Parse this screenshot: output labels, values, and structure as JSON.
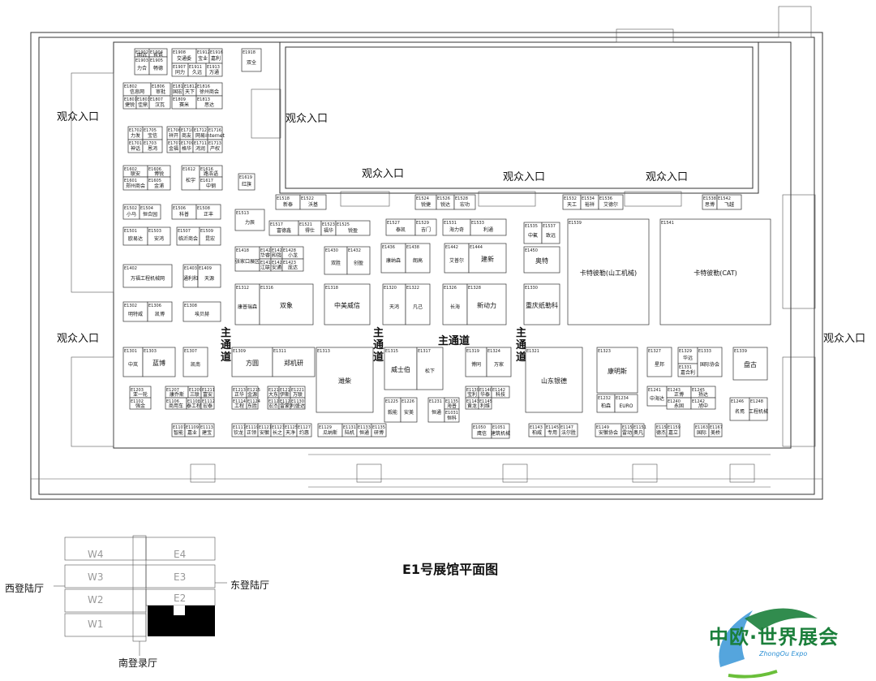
{
  "title": "E1号展馆平面图",
  "entrances": {
    "audience": "观众入口"
  },
  "aisle": {
    "main": "主通道"
  },
  "key_map": {
    "halls": [
      "W4",
      "W3",
      "W2",
      "W1",
      "E4",
      "E3",
      "E2"
    ],
    "lobbies": {
      "west": "西登陆厅",
      "east": "东登陆厅",
      "south": "南登录厅"
    }
  },
  "logo": {
    "name": "中欧·世界展会",
    "sub": "ZhongOu Expo",
    "colors": {
      "green": "#1b7f3b",
      "blue": "#2a8fd4"
    }
  },
  "booths": [
    {
      "id": "E1902",
      "name": "明远"
    },
    {
      "id": "E1904",
      "name": "有色"
    },
    {
      "id": "E1903",
      "name": "力合"
    },
    {
      "id": "E1905",
      "name": "畅德"
    },
    {
      "id": "E1908",
      "name": "交通委"
    },
    {
      "id": "E1912",
      "name": "宝业"
    },
    {
      "id": "E1916",
      "name": "嘉利"
    },
    {
      "id": "E1907",
      "name": "同力"
    },
    {
      "id": "E1911",
      "name": "久远"
    },
    {
      "id": "E1913",
      "name": "万通"
    },
    {
      "id": "E1918",
      "name": "双全"
    },
    {
      "id": "E1802",
      "name": "信息网"
    },
    {
      "id": "E1806",
      "name": "审批"
    },
    {
      "id": "E1801",
      "name": "捷锐"
    },
    {
      "id": "E1803",
      "name": "佳鼎"
    },
    {
      "id": "E1807",
      "name": "汉瓦"
    },
    {
      "id": "E1810",
      "name": "国宏"
    },
    {
      "id": "E1812",
      "name": "天下"
    },
    {
      "id": "E1816",
      "name": "徐州商会"
    },
    {
      "id": "E1809",
      "name": "赛米"
    },
    {
      "id": "E1813",
      "name": "思达"
    },
    {
      "id": "E1702",
      "name": "力发"
    },
    {
      "id": "E1705",
      "name": "宝信"
    },
    {
      "id": "E1701",
      "name": "神话"
    },
    {
      "id": "E1703",
      "name": "恩鸿"
    },
    {
      "id": "E1708",
      "name": "祥开"
    },
    {
      "id": "E1710",
      "name": "商友"
    },
    {
      "id": "E1712",
      "name": "网易"
    },
    {
      "id": "E1716",
      "name": "Internet"
    },
    {
      "id": "E1707",
      "name": "金福"
    },
    {
      "id": "E1709",
      "name": "格华"
    },
    {
      "id": "E1711",
      "name": "鸿润"
    },
    {
      "id": "E1713",
      "name": "产权"
    },
    {
      "id": "E1602",
      "name": "联安"
    },
    {
      "id": "E1606",
      "name": "博锐"
    },
    {
      "id": "E1601",
      "name": "郑州商会"
    },
    {
      "id": "E1605",
      "name": "金浦"
    },
    {
      "id": "E1612",
      "name": "松宇"
    },
    {
      "id": "E1616",
      "name": "路浩语"
    },
    {
      "id": "E1617",
      "name": "中钢"
    },
    {
      "id": "E1619",
      "name": "红旗"
    },
    {
      "id": "E1502",
      "name": "小马"
    },
    {
      "id": "E1504",
      "name": "恒合园"
    },
    {
      "id": "E1506",
      "name": "科普"
    },
    {
      "id": "E1508",
      "name": "正丰"
    },
    {
      "id": "E1501",
      "name": "欧易达"
    },
    {
      "id": "E1503",
      "name": "安鸿"
    },
    {
      "id": "E1507",
      "name": "临沂商会"
    },
    {
      "id": "E1509",
      "name": "昆宏"
    },
    {
      "id": "E1402",
      "name": "万福工程机械网"
    },
    {
      "id": "E1403",
      "name": "通利和"
    },
    {
      "id": "E1409",
      "name": "天源"
    },
    {
      "id": "E1302",
      "name": "明特威"
    },
    {
      "id": "E1306",
      "name": "凯博"
    },
    {
      "id": "E1308",
      "name": "埃贝赫"
    },
    {
      "id": "E1513",
      "name": "力辰"
    },
    {
      "id": "E1518",
      "name": "新泰"
    },
    {
      "id": "E1522",
      "name": "沃基"
    },
    {
      "id": "E1517",
      "name": "富德鑫"
    },
    {
      "id": "E1521",
      "name": "得仕"
    },
    {
      "id": "E1523",
      "name": "福华"
    },
    {
      "id": "E1525",
      "name": "锐盈"
    },
    {
      "id": "E1527",
      "name": "泰凯"
    },
    {
      "id": "E1529",
      "name": "吉门"
    },
    {
      "id": "E1524",
      "name": "锐捷"
    },
    {
      "id": "E1526",
      "name": "锐达"
    },
    {
      "id": "E1528",
      "name": "宏功"
    },
    {
      "id": "E1531",
      "name": "海力奇"
    },
    {
      "id": "E1533",
      "name": "利通"
    },
    {
      "id": "E1532",
      "name": "天工"
    },
    {
      "id": "E1534",
      "name": "裕祥"
    },
    {
      "id": "E1536",
      "name": "艾德尔"
    },
    {
      "id": "E1538",
      "name": "思博"
    },
    {
      "id": "E1542",
      "name": "飞越"
    },
    {
      "id": "E1418",
      "name": "张家口展区"
    },
    {
      "id": "E1420",
      "name": "华睿"
    },
    {
      "id": "E1422",
      "name": "和强"
    },
    {
      "id": "E1428",
      "name": "小龙"
    },
    {
      "id": "E1419",
      "name": "江联"
    },
    {
      "id": "E1421",
      "name": "安通"
    },
    {
      "id": "E1423",
      "name": "庞达"
    },
    {
      "id": "E1430",
      "name": "双胜"
    },
    {
      "id": "E1432",
      "name": "创盈"
    },
    {
      "id": "E1436",
      "name": "康纳森"
    },
    {
      "id": "E1438",
      "name": "朗高"
    },
    {
      "id": "E1442",
      "name": "艾普尔"
    },
    {
      "id": "E1444",
      "name": "建新"
    },
    {
      "id": "E1535",
      "name": "中氟"
    },
    {
      "id": "E1537",
      "name": "致远"
    },
    {
      "id": "E1450",
      "name": "奥特"
    },
    {
      "id": "E1539",
      "name": "卡特彼勒(山工机械)"
    },
    {
      "id": "E1541",
      "name": "卡特彼勒(CAT)"
    },
    {
      "id": "E1312",
      "name": "康普瑞森"
    },
    {
      "id": "E1316",
      "name": "双象"
    },
    {
      "id": "E1318",
      "name": "中美威信"
    },
    {
      "id": "E1320",
      "name": "天鸿"
    },
    {
      "id": "E1322",
      "name": "凡己"
    },
    {
      "id": "E1326",
      "name": "长海"
    },
    {
      "id": "E1328",
      "name": "新动力"
    },
    {
      "id": "E1330",
      "name": "重庆纸勒科"
    },
    {
      "id": "E1301",
      "name": "中岚"
    },
    {
      "id": "E1303",
      "name": "蓝博"
    },
    {
      "id": "E1307",
      "name": "凯南"
    },
    {
      "id": "E1309",
      "name": "方圆"
    },
    {
      "id": "E1311",
      "name": "郑机研"
    },
    {
      "id": "E1313",
      "name": "潍柴"
    },
    {
      "id": "E1315",
      "name": "威士伯"
    },
    {
      "id": "E1317",
      "name": "松下"
    },
    {
      "id": "E1319",
      "name": "博同"
    },
    {
      "id": "E1324",
      "name": "万家"
    },
    {
      "id": "E1321",
      "name": "山东银德"
    },
    {
      "id": "E1323",
      "name": "康明斯"
    },
    {
      "id": "E1327",
      "name": "星邦"
    },
    {
      "id": "E1329",
      "name": "华远"
    },
    {
      "id": "E1331",
      "name": "嘉合利"
    },
    {
      "id": "E1333",
      "name": "国际协会"
    },
    {
      "id": "E1339",
      "name": "盘古"
    },
    {
      "id": "E1203",
      "name": "亚一轮"
    },
    {
      "id": "E1102",
      "name": "强金"
    },
    {
      "id": "E1207",
      "name": "康乔斯"
    },
    {
      "id": "E1209",
      "name": "三联"
    },
    {
      "id": "E1211",
      "name": "富安"
    },
    {
      "id": "E1106",
      "name": "商用车"
    },
    {
      "id": "E1108",
      "name": "泰工程"
    },
    {
      "id": "E1112",
      "name": "宏泰"
    },
    {
      "id": "E1213",
      "name": "正华"
    },
    {
      "id": "E1215",
      "name": "金源"
    },
    {
      "id": "E1114",
      "name": "工程"
    },
    {
      "id": "E1124",
      "name": "东胜"
    },
    {
      "id": "E1217",
      "name": "大东"
    },
    {
      "id": "E1219",
      "name": "伊斯"
    },
    {
      "id": "E1221",
      "name": "万联"
    },
    {
      "id": "E1126",
      "name": "宏杰"
    },
    {
      "id": "E1128",
      "name": "雷蒙"
    },
    {
      "id": "E1130",
      "name": "利盛达"
    },
    {
      "id": "E1225",
      "name": "毅能"
    },
    {
      "id": "E1226",
      "name": "安美"
    },
    {
      "id": "E1231",
      "name": "恒通"
    },
    {
      "id": "E1135",
      "name": "海普"
    },
    {
      "id": "E1031",
      "name": "恒科"
    },
    {
      "id": "E1139",
      "name": "宝利"
    },
    {
      "id": "E1140",
      "name": "华泰"
    },
    {
      "id": "E1142",
      "name": "科技"
    },
    {
      "id": "E1143",
      "name": "黄龙"
    },
    {
      "id": "E1145",
      "name": "利维"
    },
    {
      "id": "E1232",
      "name": "柏森"
    },
    {
      "id": "E1234",
      "name": "EURO"
    },
    {
      "id": "E1241",
      "name": "中海达"
    },
    {
      "id": "E1243",
      "name": "正博"
    },
    {
      "id": "E1245",
      "name": "扬达"
    },
    {
      "id": "E1240",
      "name": "永固"
    },
    {
      "id": "E1242",
      "name": "旭中"
    },
    {
      "id": "E1246",
      "name": "名焉"
    },
    {
      "id": "E1248",
      "name": "工程机械"
    },
    {
      "id": "E1107",
      "name": "智能"
    },
    {
      "id": "E1109",
      "name": "嘉业"
    },
    {
      "id": "E1113",
      "name": "建宝"
    },
    {
      "id": "E1117",
      "name": "钦龙"
    },
    {
      "id": "E1119",
      "name": "正领"
    },
    {
      "id": "E1121",
      "name": "安徽"
    },
    {
      "id": "E1123",
      "name": "长之"
    },
    {
      "id": "E1125",
      "name": "天净"
    },
    {
      "id": "E1127",
      "name": "约惠"
    },
    {
      "id": "E1129",
      "name": "瓜纳斯"
    },
    {
      "id": "E1131",
      "name": "陆机"
    },
    {
      "id": "E1133",
      "name": "恒通"
    },
    {
      "id": "E1135",
      "name": "研博"
    },
    {
      "id": "E1050",
      "name": "鹰信"
    },
    {
      "id": "E1051",
      "name": "建筑机械"
    },
    {
      "id": "E1143",
      "name": "柏威"
    },
    {
      "id": "E1145",
      "name": "专用"
    },
    {
      "id": "E1147",
      "name": "法尔胜"
    },
    {
      "id": "E1149",
      "name": "安徽协会"
    },
    {
      "id": "E1150",
      "name": "雷动"
    },
    {
      "id": "E1151",
      "name": "奥凡"
    },
    {
      "id": "E1155",
      "name": "德杰"
    },
    {
      "id": "E1159",
      "name": "嘉立"
    },
    {
      "id": "E1163",
      "name": "国际"
    },
    {
      "id": "E1167",
      "name": "美桥"
    }
  ]
}
